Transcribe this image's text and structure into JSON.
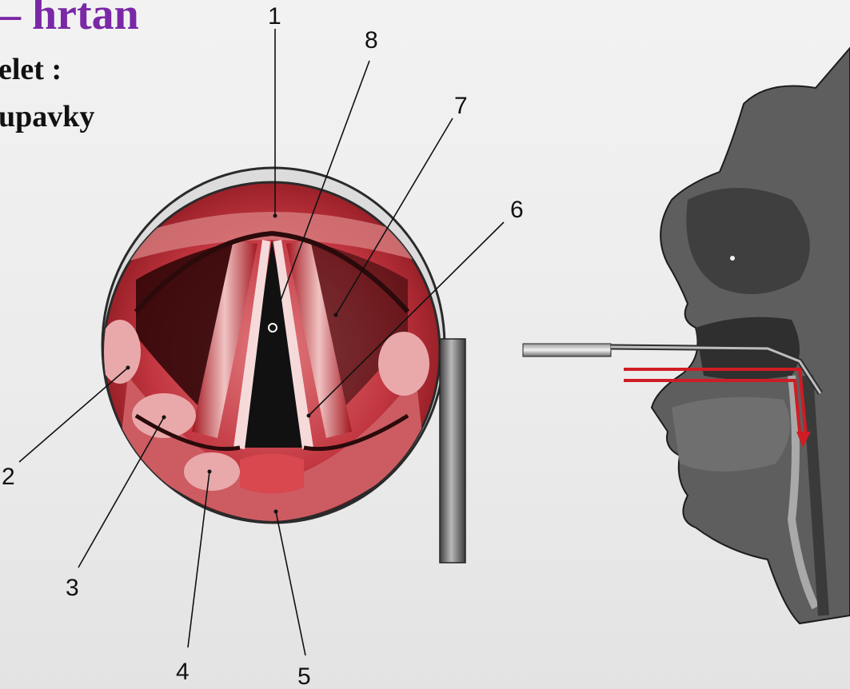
{
  "heading": {
    "title": "– hrtan",
    "line1": "elet :",
    "line2": "upavky"
  },
  "callouts": [
    "1",
    "2",
    "3",
    "4",
    "5",
    "6",
    "7",
    "8"
  ],
  "colors": {
    "title_purple": "#7a28a6",
    "mucosa_red": "#b01e2a",
    "airflow_red": "#d01c24",
    "instrument_gray": "#6d6d6d",
    "head_gray": "#555555"
  }
}
